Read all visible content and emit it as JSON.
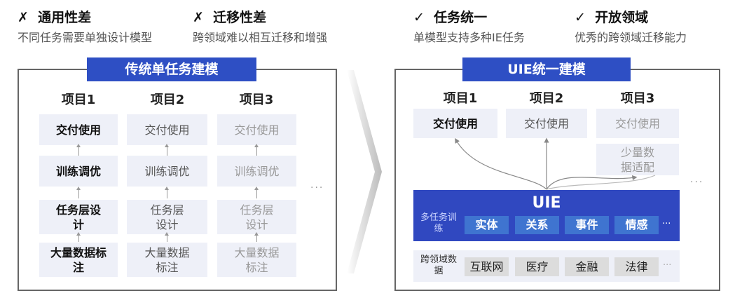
{
  "top": {
    "left": [
      {
        "mark": "✗",
        "title": "通用性差",
        "desc": "不同任务需要单独设计模型"
      },
      {
        "mark": "✗",
        "title": "迁移性差",
        "desc": "跨领域难以相互迁移和增强"
      }
    ],
    "right": [
      {
        "mark": "✓",
        "title": "任务统一",
        "desc": "单模型支持多种IE任务"
      },
      {
        "mark": "✓",
        "title": "开放领域",
        "desc": "优秀的跨领域迁移能力"
      }
    ]
  },
  "traditional": {
    "title": "传统单任务建模",
    "projects": [
      "项目1",
      "项目2",
      "项目3"
    ],
    "steps": [
      "交付使用",
      "训练调优",
      "任务层设计",
      "大量数据标注"
    ],
    "more": "···"
  },
  "uie": {
    "title": "UIE统一建模",
    "projects": [
      "项目1",
      "项目2",
      "项目3"
    ],
    "deliver": "交付使用",
    "adapt": "少量数据适配",
    "more": "···",
    "model": "UIE",
    "multitask_label": "多任务训练",
    "tasks": [
      "实体",
      "关系",
      "事件",
      "情感"
    ],
    "tasks_more": "···",
    "domain_label": "跨领域数据",
    "domains": [
      "互联网",
      "医疗",
      "金融",
      "法律"
    ],
    "domains_more": "···"
  }
}
